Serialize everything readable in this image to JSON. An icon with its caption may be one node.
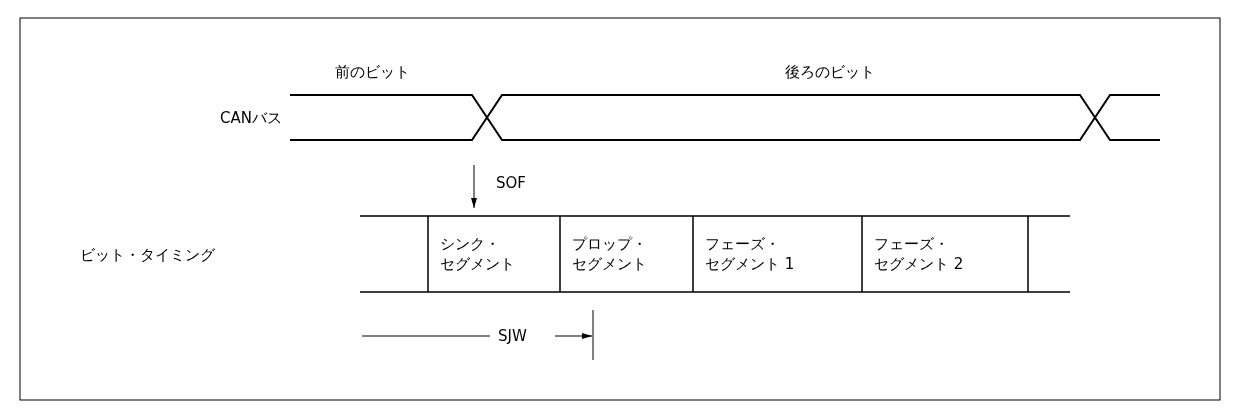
{
  "diagram": {
    "nodes": [
      {
        "text": [
          "シンク・セグメント"
        ]
      },
      {
        "text": [
          "プロップ・セグメント"
        ]
      },
      {
        "text": [
          "フェーズ・セグメント 1"
        ]
      },
      {
        "text": [
          "フェーズ・セグメント 2"
        ]
      }
    ],
    "labels": [
      "前のビット",
      "後ろのビット",
      "CANバス",
      "SOF",
      "ビット・タイミング",
      "SJW"
    ]
  }
}
